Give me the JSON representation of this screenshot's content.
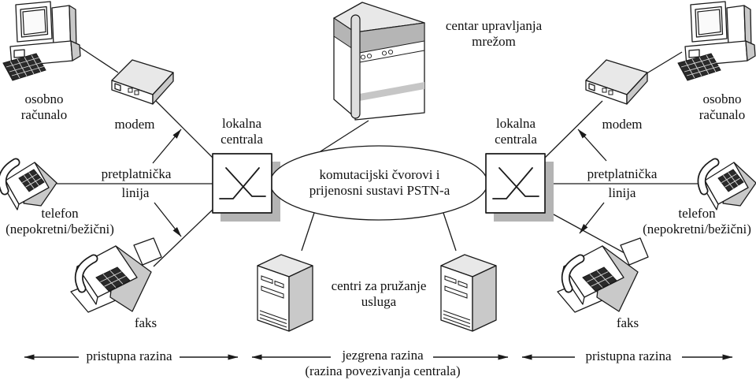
{
  "colors": {
    "background": "#ffffff",
    "line": "#1a1a1a",
    "shadow_gray": "#b4b4b4",
    "device_gray": "#c9c9c9",
    "device_light_gray": "#e8e8e8"
  },
  "left_side": {
    "computer_label": "osobno\nračunalo",
    "modem_label": "modem",
    "exchange_label": "lokalna\ncentrala",
    "subscriber_line_word1": "pretplatnička",
    "subscriber_line_word2": "linija",
    "phone_label": "telefon\n(nepokretni/bežični)",
    "fax_label": "faks"
  },
  "core": {
    "management_center_label": "centar upravljanja\nmrežom",
    "pstn_cloud_label": "komutacijski čvorovi i\nprijenosni sustavi PSTN-a",
    "service_centers_label": "centri za pružanje\nusluga"
  },
  "right_side": {
    "computer_label": "osobno\nračunalo",
    "modem_label": "modem",
    "exchange_label": "lokalna\ncentrala",
    "subscriber_line_word1": "pretplatnička",
    "subscriber_line_word2": "linija",
    "phone_label": "telefon\n(nepokretni/bežični)",
    "fax_label": "faks"
  },
  "levels": {
    "access_left_label": "pristupna razina",
    "core_label": "jezgrena razina\n(razina povezivanja centrala)",
    "access_right_label": "pristupna razina"
  }
}
